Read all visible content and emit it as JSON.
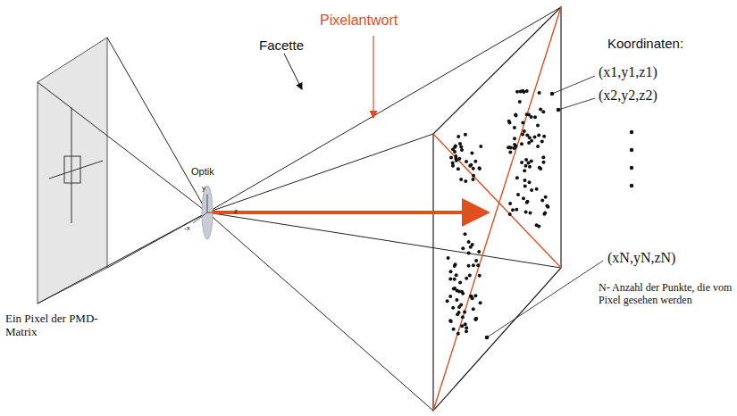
{
  "diagram": {
    "labels": [
      "Pixelantwort",
      "Facette",
      "Optik",
      "Koordinaten:",
      "(x1,y1,z1)",
      "(x2,y2,z2)",
      "(xN,yN,zN)",
      "N- Anzahl der Punkte, die vom Pixel gesehen werden",
      "Ein Pixel der PMD-Matrix",
      "y",
      "z",
      "-x"
    ]
  }
}
